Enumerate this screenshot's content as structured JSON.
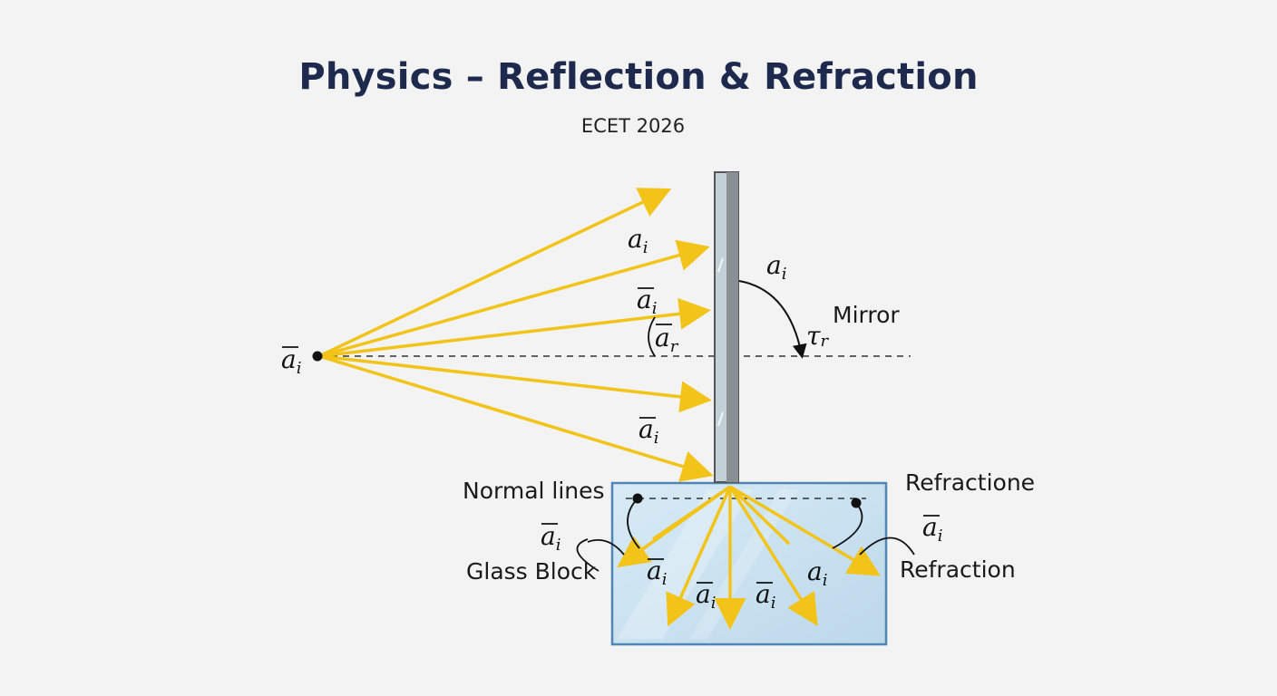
{
  "title": "Physics – Reflection & Refraction",
  "subtitle": "ECET 2026",
  "labels": {
    "mirror": "Mirror",
    "normal_lines": "Normal lines",
    "glass_block": "Glass Block",
    "refraction_top": "Refractione",
    "refraction_bottom": "Refraction"
  },
  "symbols": {
    "incident_base": "a",
    "incident_sub": "i",
    "reflected_base": "a",
    "reflected_sub": "r",
    "mirror_reflected_base": "τ",
    "mirror_reflected_sub": "r"
  },
  "colors": {
    "ray": "#f2c419",
    "mirror": "#8f9499",
    "glass_fill": "#cfe4f1",
    "glass_stroke": "#4f86b5",
    "title": "#1d2a4d"
  }
}
